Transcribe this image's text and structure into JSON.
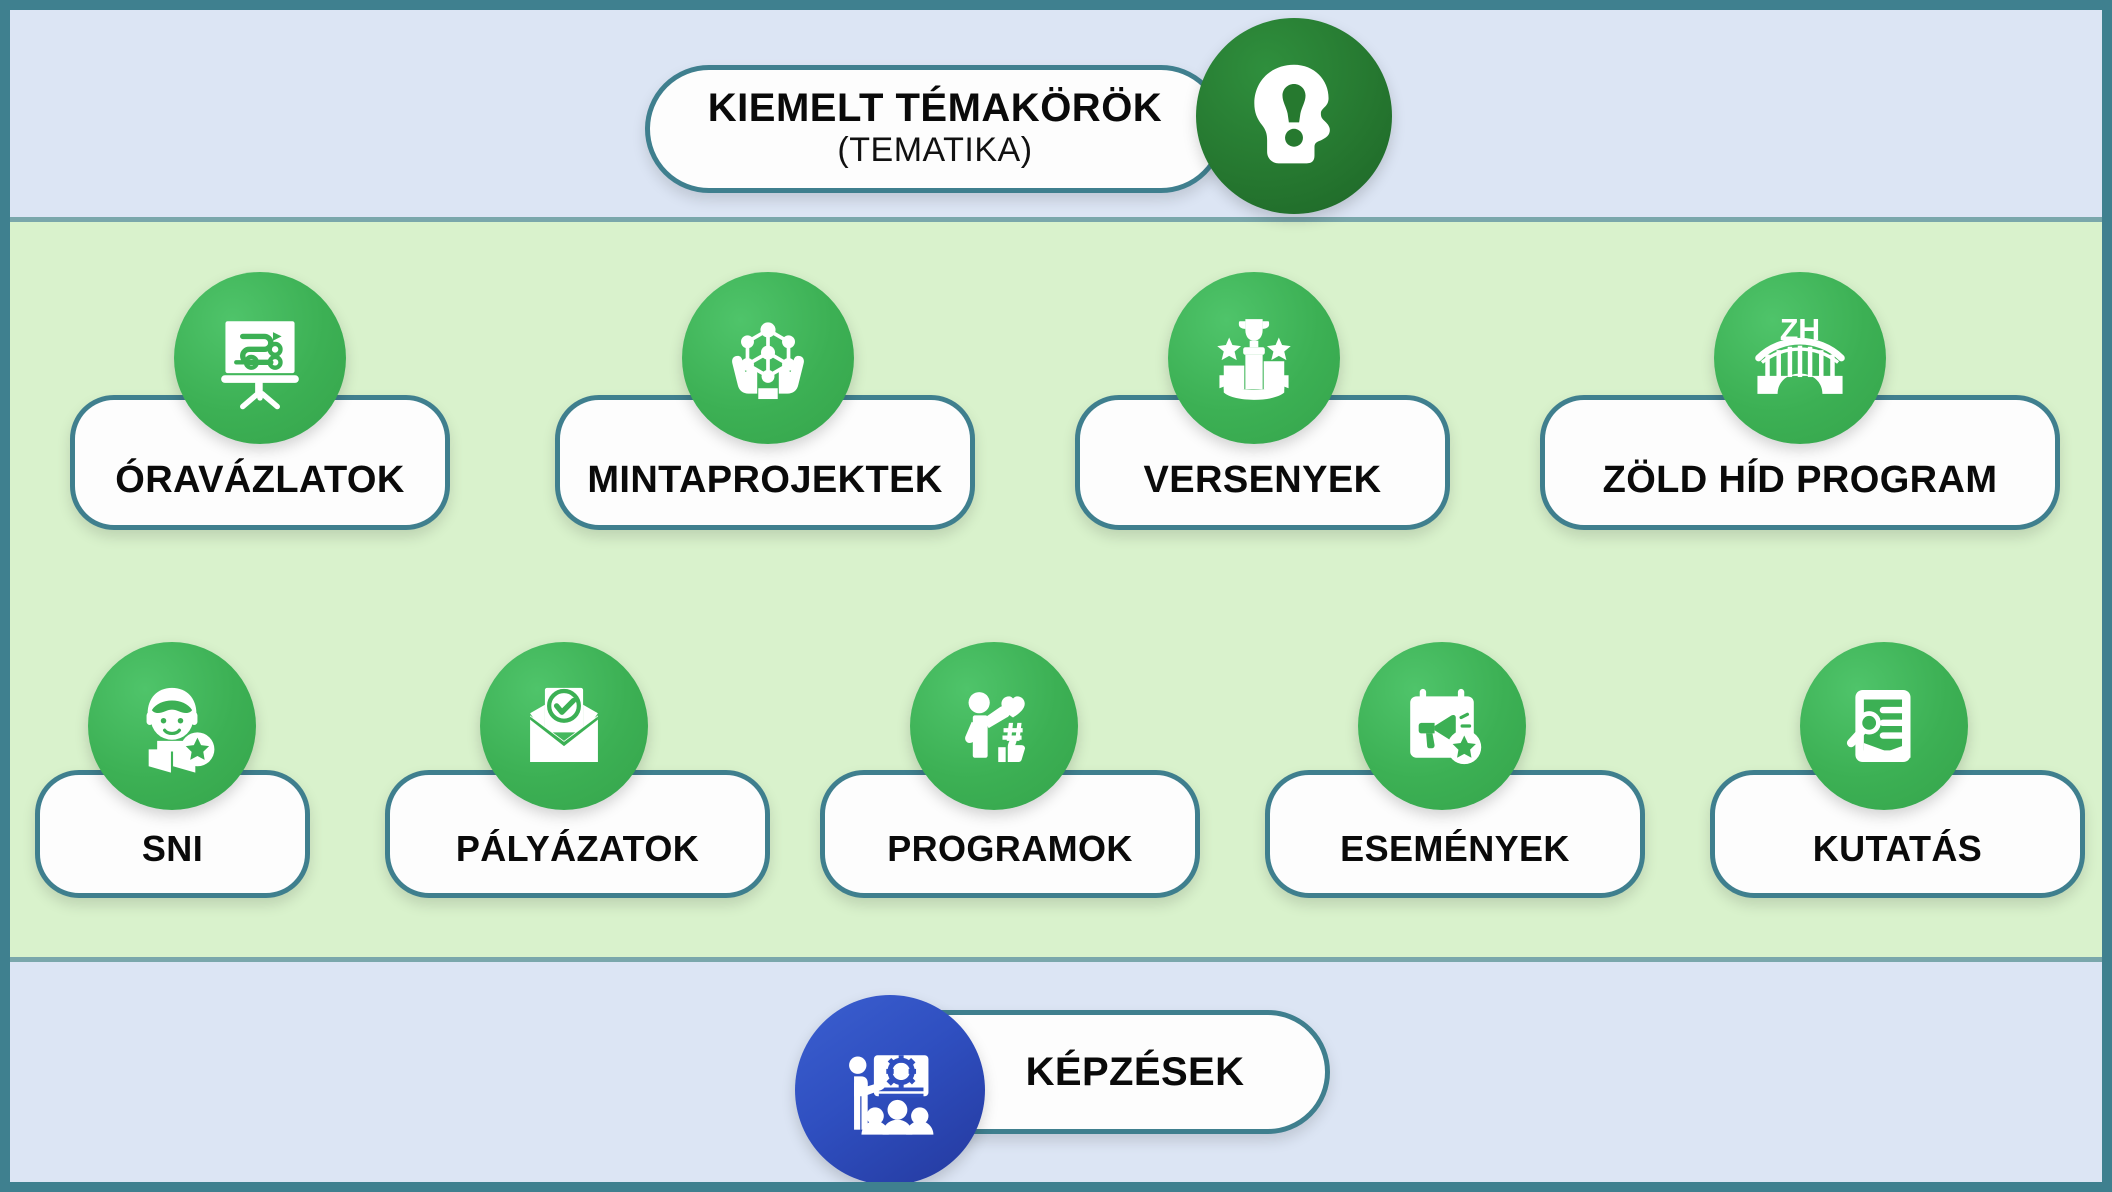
{
  "header": {
    "title_line1": "KIEMELT TÉMAKÖRÖK",
    "title_line2": "(TEMATIKA)",
    "icon": "head-exclamation-icon"
  },
  "colors": {
    "frame_border": "#3f808f",
    "band_top": "#dce5f4",
    "band_middle": "#d9f2cc",
    "band_bottom": "#dce5f4",
    "pill_border": "#3f7f8e",
    "pill_fill": "#fdfdfd",
    "badge_green": "#3cb054",
    "header_badge_green": "#25762f",
    "footer_badge_blue": "#2f4fc0",
    "label_text": "#0a0a0a"
  },
  "rows": [
    {
      "items": [
        {
          "label": "ÓRAVÁZLATOK",
          "icon": "presentation-flowchart-icon"
        },
        {
          "label": "MINTAPROJEKTEK",
          "icon": "hands-network-icon"
        },
        {
          "label": "VERSENYEK",
          "icon": "podium-trophy-icon"
        },
        {
          "label": "ZÖLD HÍD PROGRAM",
          "icon": "bridge-zh-icon",
          "icon_text": "ZH"
        }
      ]
    },
    {
      "items": [
        {
          "label": "SNI",
          "icon": "child-reading-star-icon"
        },
        {
          "label": "PÁLYÁZATOK",
          "icon": "envelope-check-icon"
        },
        {
          "label": "PROGRAMOK",
          "icon": "person-heart-hashtag-like-icon"
        },
        {
          "label": "ESEMÉNYEK",
          "icon": "calendar-megaphone-star-icon"
        },
        {
          "label": "KUTATÁS",
          "icon": "document-magnifier-icon"
        }
      ]
    }
  ],
  "footer": {
    "label": "KÉPZÉSEK",
    "icon": "trainer-presentation-audience-icon"
  }
}
